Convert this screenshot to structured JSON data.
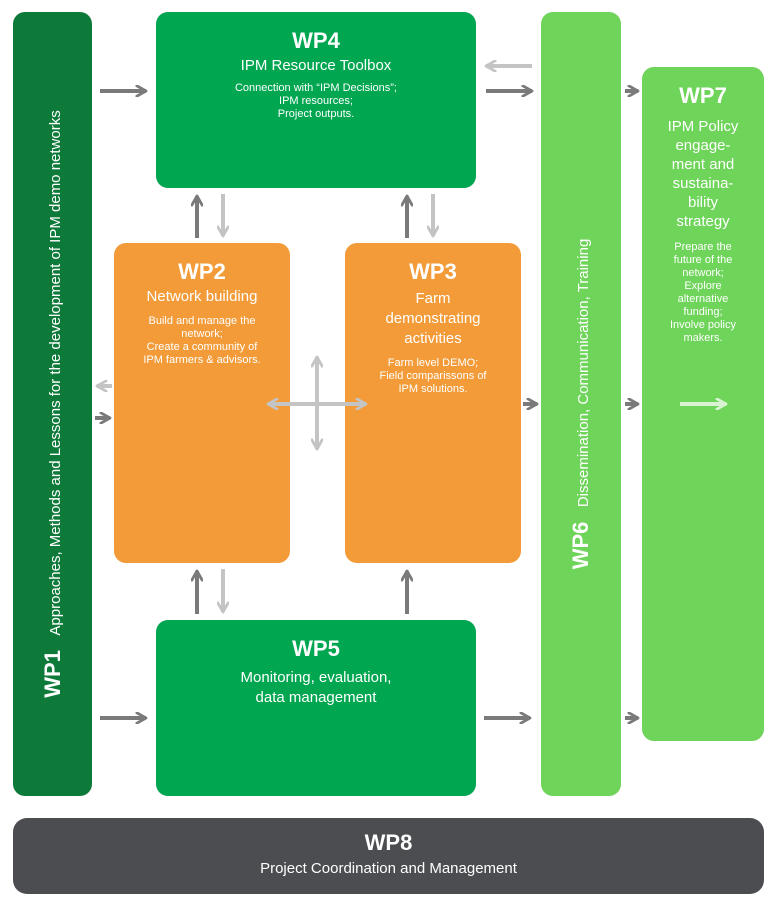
{
  "wp1": {
    "title": "WP1",
    "subtitle": "Approaches, Methods and Lessons for the development of IPM demo networks"
  },
  "wp2": {
    "title": "WP2",
    "subtitle": "Network building",
    "desc": [
      "Build and manage the",
      "network;",
      "Create a community of",
      "IPM farmers & advisors."
    ]
  },
  "wp3": {
    "title": "WP3",
    "subtitle": [
      "Farm",
      "demonstrating",
      "activities"
    ],
    "desc": [
      "Farm level DEMO;",
      "Field comparissons of",
      "IPM solutions."
    ]
  },
  "wp4": {
    "title": "WP4",
    "subtitle": "IPM Resource Toolbox",
    "desc": [
      "Connection with “IPM Decisions”;",
      "IPM resources;",
      "Project outputs."
    ]
  },
  "wp5": {
    "title": "WP5",
    "subtitle": [
      "Monitoring, evaluation,",
      "data management"
    ]
  },
  "wp6": {
    "title": "WP6",
    "subtitle": "Dissemination, Communication, Training"
  },
  "wp7": {
    "title": "WP7",
    "subtitle": [
      "IPM Policy",
      "engage-",
      "ment and",
      "sustaina-",
      "bility",
      "strategy"
    ],
    "desc": [
      "Prepare the",
      "future of the",
      "network;",
      "Explore",
      "alternative",
      "funding;",
      "Involve policy",
      "makers."
    ]
  },
  "wp8": {
    "title": "WP8",
    "subtitle": "Project Coordination and Management"
  },
  "colors": {
    "dark_green": "#0e7a3a",
    "green": "#00a650",
    "light_green": "#6fd45a",
    "orange": "#f29b38",
    "dark_gray": "#4b4d50",
    "arrow_dark": "#7a7a7a",
    "arrow_light": "#c4c4c4"
  }
}
